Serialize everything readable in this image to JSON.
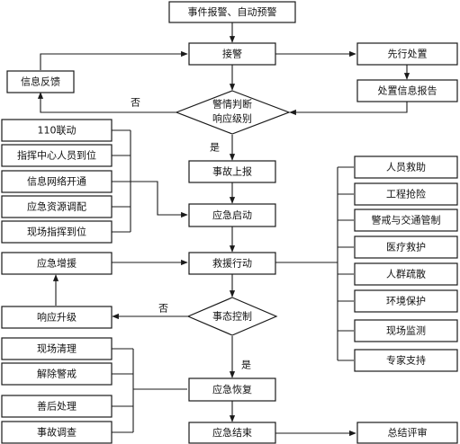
{
  "nodes": {
    "alarm": "事件报警、自动预警",
    "receive": "接警",
    "first_response": "先行处置",
    "disposal_report": "处置信息报告",
    "feedback": "信息反馈",
    "judge_line1": "警情判断",
    "judge_line2": "响应级别",
    "accident_report": "事故上报",
    "emergency_start": "应急启动",
    "rescue_action": "救援行动",
    "state_control": "事态控制",
    "emergency_recovery": "应急恢复",
    "emergency_end": "应急结束",
    "summary_review": "总结评审",
    "reinforcement": "应急增援",
    "response_upgrade": "响应升级"
  },
  "left_start_items": [
    "110联动",
    "指挥中心人员到位",
    "信息网络开通",
    "应急资源调配",
    "现场指挥到位"
  ],
  "right_rescue_items": [
    "人员救助",
    "工程抢险",
    "警戒与交通管制",
    "医疗救护",
    "人群疏散",
    "环境保护",
    "现场监测",
    "专家支持"
  ],
  "left_recovery_items": [
    "现场清理",
    "解除警戒",
    "善后处理",
    "事故调查"
  ],
  "edge_labels": {
    "judge_no": "否",
    "judge_yes": "是",
    "control_no": "否",
    "control_yes": "是"
  }
}
